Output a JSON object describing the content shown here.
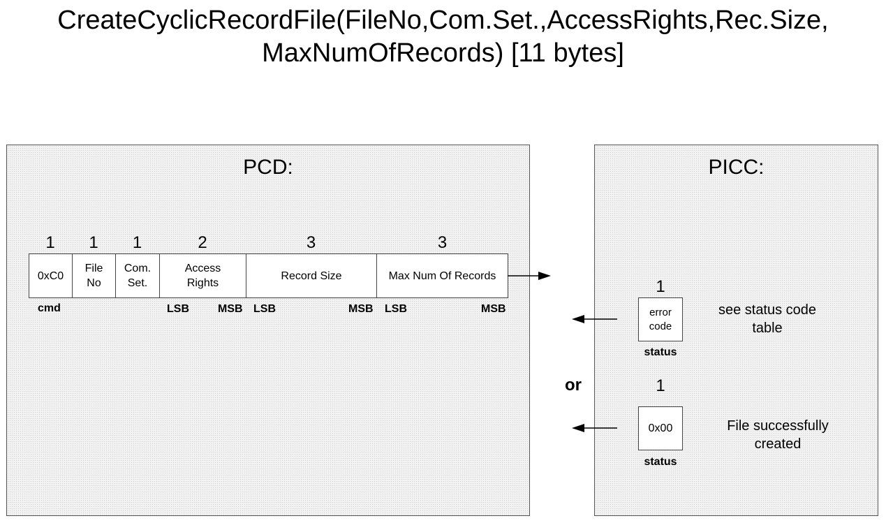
{
  "title_line1": "CreateCyclicRecordFile(FileNo,Com.Set.,AccessRights,Rec.Size,",
  "title_line2": "MaxNumOfRecords) [11 bytes]",
  "pcd": {
    "title": "PCD:",
    "fields": [
      {
        "count": "1",
        "label": "0xC0"
      },
      {
        "count": "1",
        "label": "File\nNo"
      },
      {
        "count": "1",
        "label": "Com.\nSet."
      },
      {
        "count": "2",
        "label": "Access\nRights"
      },
      {
        "count": "3",
        "label": "Record Size"
      },
      {
        "count": "3",
        "label": "Max Num Of Records"
      }
    ],
    "cmd_label": "cmd",
    "lsb": "LSB",
    "msb": "MSB"
  },
  "picc": {
    "title": "PICC:",
    "error": {
      "count": "1",
      "label": "error\ncode",
      "sublabel": "status",
      "note": "see status code\ntable"
    },
    "or": "or",
    "success": {
      "count": "1",
      "label": "0x00",
      "sublabel": "status",
      "note": "File successfully\ncreated"
    }
  }
}
